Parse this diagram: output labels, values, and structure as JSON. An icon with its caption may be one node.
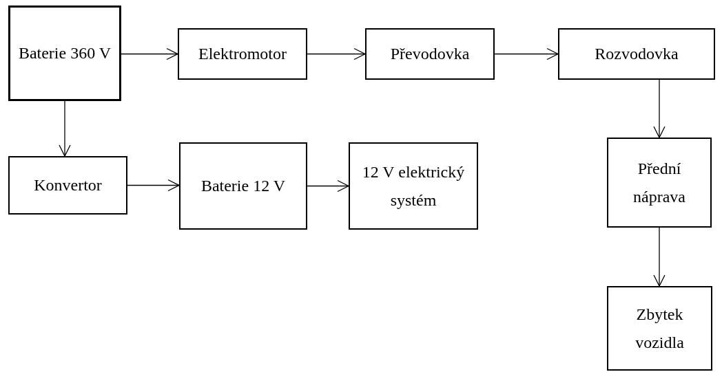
{
  "diagram": {
    "nodes": [
      {
        "text": [
          "Baterie 360 V"
        ]
      },
      {
        "text": [
          "Elektromotor"
        ]
      },
      {
        "text": [
          "Převodovka"
        ]
      },
      {
        "text": [
          "Rozvodovka"
        ]
      },
      {
        "text": [
          "Konvertor"
        ]
      },
      {
        "text": [
          "Baterie 12 V"
        ]
      },
      {
        "text": [
          "12 V elektrický systém"
        ]
      },
      {
        "text": [
          "Přední náprava"
        ]
      },
      {
        "text": [
          "Zbytek vozidla"
        ]
      }
    ],
    "edges": [
      {
        "from": 0,
        "to": 1,
        "arrow": "to"
      },
      {
        "from": 1,
        "to": 2,
        "arrow": "to"
      },
      {
        "from": 2,
        "to": 3,
        "arrow": "to"
      },
      {
        "from": 0,
        "to": 4,
        "arrow": "to"
      },
      {
        "from": 4,
        "to": 5,
        "arrow": "to"
      },
      {
        "from": 5,
        "to": 6,
        "arrow": "to"
      },
      {
        "from": 3,
        "to": 7,
        "arrow": "to"
      },
      {
        "from": 7,
        "to": 8,
        "arrow": "to"
      }
    ]
  }
}
